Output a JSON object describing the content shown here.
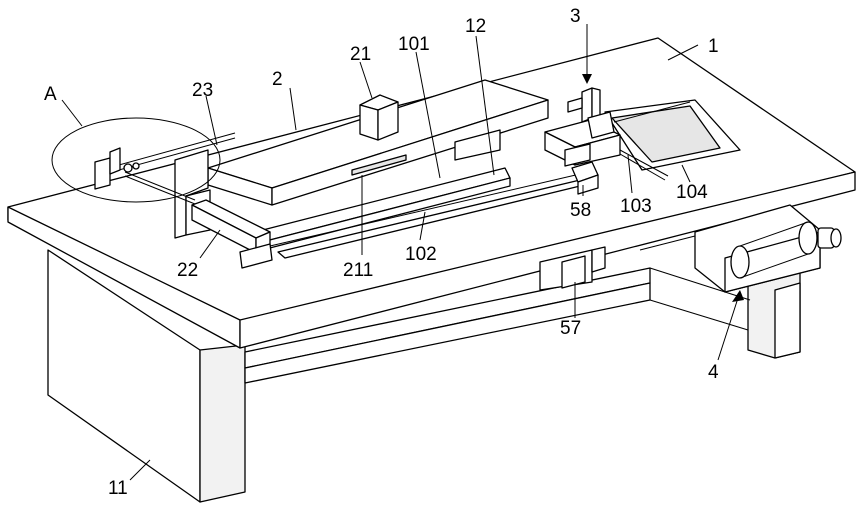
{
  "figure": {
    "labels": {
      "l1": "1",
      "l2": "2",
      "l3": "3",
      "l4": "4",
      "l11": "11",
      "l12": "12",
      "l21": "21",
      "l22": "22",
      "l23": "23",
      "l57": "57",
      "l58": "58",
      "l101": "101",
      "l102": "102",
      "l103": "103",
      "l104": "104",
      "l211": "211",
      "lA": "A"
    }
  }
}
